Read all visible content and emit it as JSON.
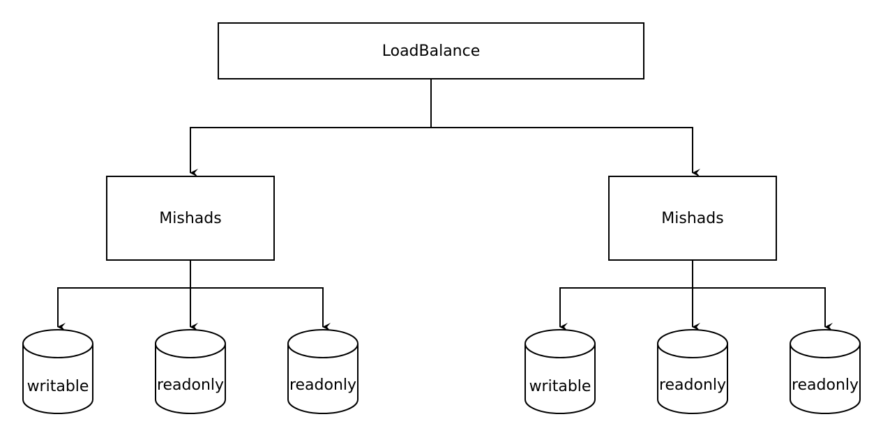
{
  "diagram": {
    "root": {
      "label": "LoadBalance"
    },
    "groups": [
      {
        "label": "Mishads",
        "databases": [
          {
            "label": "writable"
          },
          {
            "label": "readonly"
          },
          {
            "label": "readonly"
          }
        ]
      },
      {
        "label": "Mishads",
        "databases": [
          {
            "label": "writable"
          },
          {
            "label": "readonly"
          },
          {
            "label": "readonly"
          }
        ]
      }
    ]
  }
}
